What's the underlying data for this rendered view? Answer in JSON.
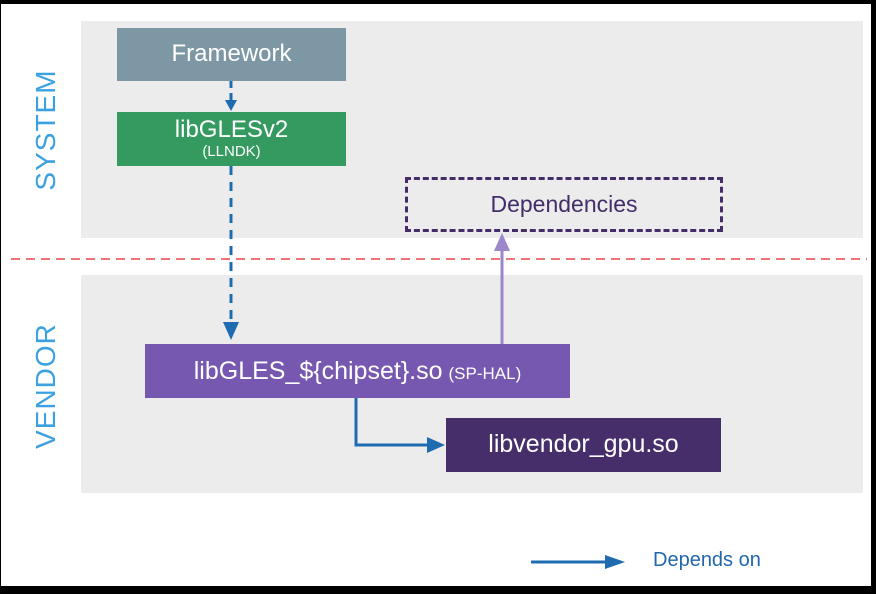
{
  "zones": {
    "system_label": "SYSTEM",
    "vendor_label": "VENDOR"
  },
  "boxes": {
    "framework": "Framework",
    "libgles_main": "libGLESv2",
    "libgles_sub": "(LLNDK)",
    "dependencies": "Dependencies",
    "chipset_main": "libGLES_${chipset}.so",
    "chipset_sub": "(SP-HAL)",
    "vendor_gpu": "libvendor_gpu.so"
  },
  "legend": {
    "depends_on": "Depends on"
  },
  "colors": {
    "zone_label": "#3ca1e0",
    "framework": "#7e97a4",
    "llndk": "#349a5f",
    "sp_hal": "#7658b0",
    "vendor_lib": "#462e6b",
    "dependency_outline": "#452d69",
    "arrow_blue": "#1f6bb0",
    "arrow_purple": "#9a86c9",
    "boundary_red": "#e8474a"
  }
}
